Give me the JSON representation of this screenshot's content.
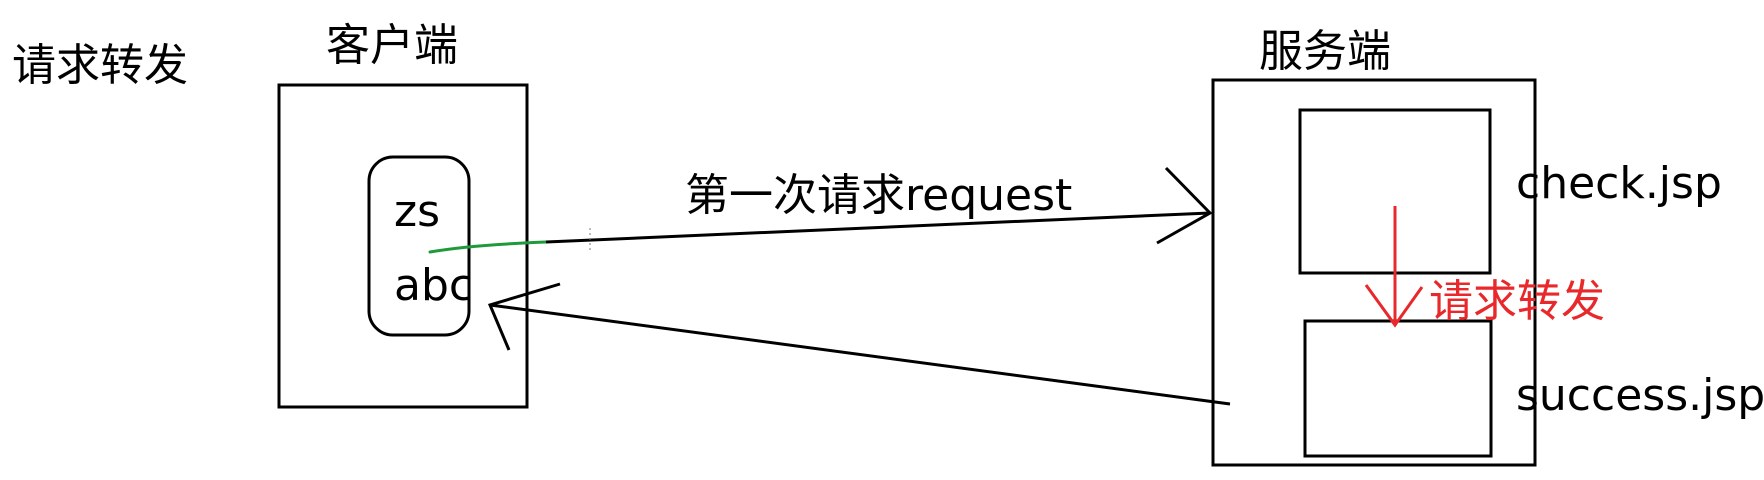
{
  "colors": {
    "ink": "#000000",
    "forward": "#e8282b",
    "highlight": "#1f9a3a"
  },
  "labels": {
    "title": "请求转发",
    "client": "客户端",
    "server": "服务端",
    "username": "zs",
    "password": "abc",
    "first_request": "第一次请求request",
    "check_page": "check.jsp",
    "success_page": "success.jsp",
    "forward": "请求转发"
  }
}
